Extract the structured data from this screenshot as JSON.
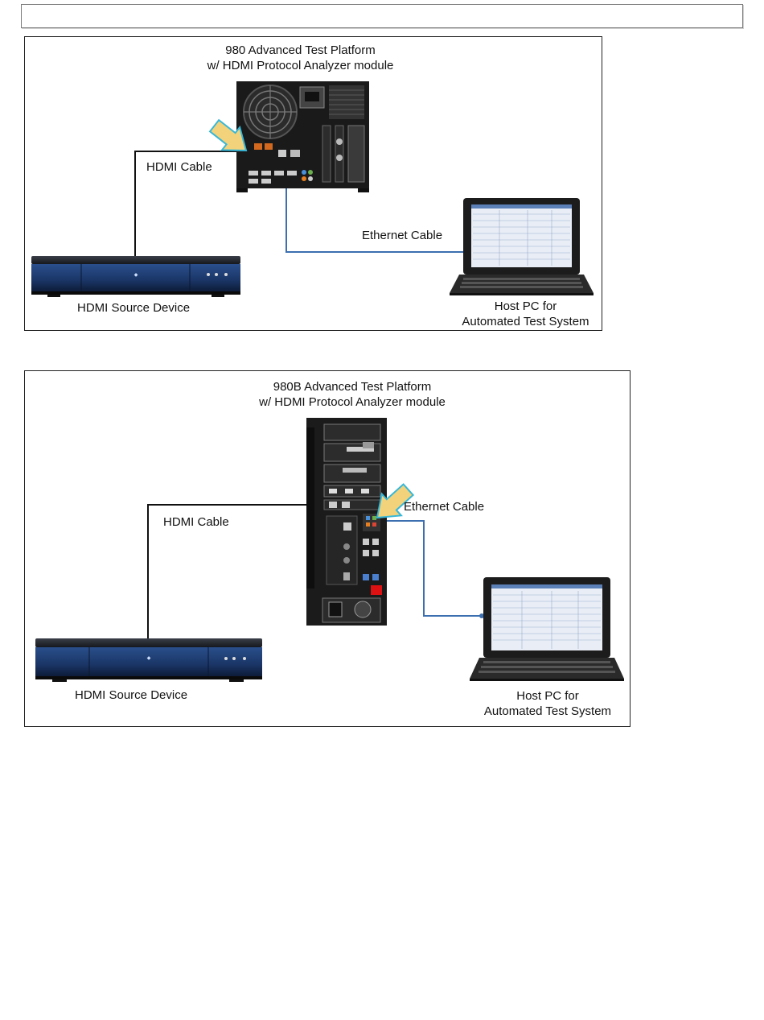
{
  "diagrams": [
    {
      "platform_title": [
        "980 Advanced Test Platform",
        "w/ HDMI Protocol Analyzer module"
      ],
      "hdmi_cable_label": "HDMI Cable",
      "ethernet_cable_label": "Ethernet Cable",
      "source_label": "HDMI Source Device",
      "host_label": [
        "Host PC for",
        "Automated Test System"
      ]
    },
    {
      "platform_title": [
        "980B Advanced Test Platform",
        "w/ HDMI Protocol Analyzer module"
      ],
      "hdmi_cable_label": "HDMI Cable",
      "ethernet_cable_label": "Ethernet Cable",
      "source_label": "HDMI Source Device",
      "host_label": [
        "Host PC for",
        "Automated Test System"
      ]
    }
  ],
  "colors": {
    "hdmi_cable": "#111111",
    "ethernet_cable": "#3b6fb0",
    "arrow": "#f2d27a",
    "arrow_outline": "#37b7d8",
    "device_blue": "#1f3f74"
  }
}
